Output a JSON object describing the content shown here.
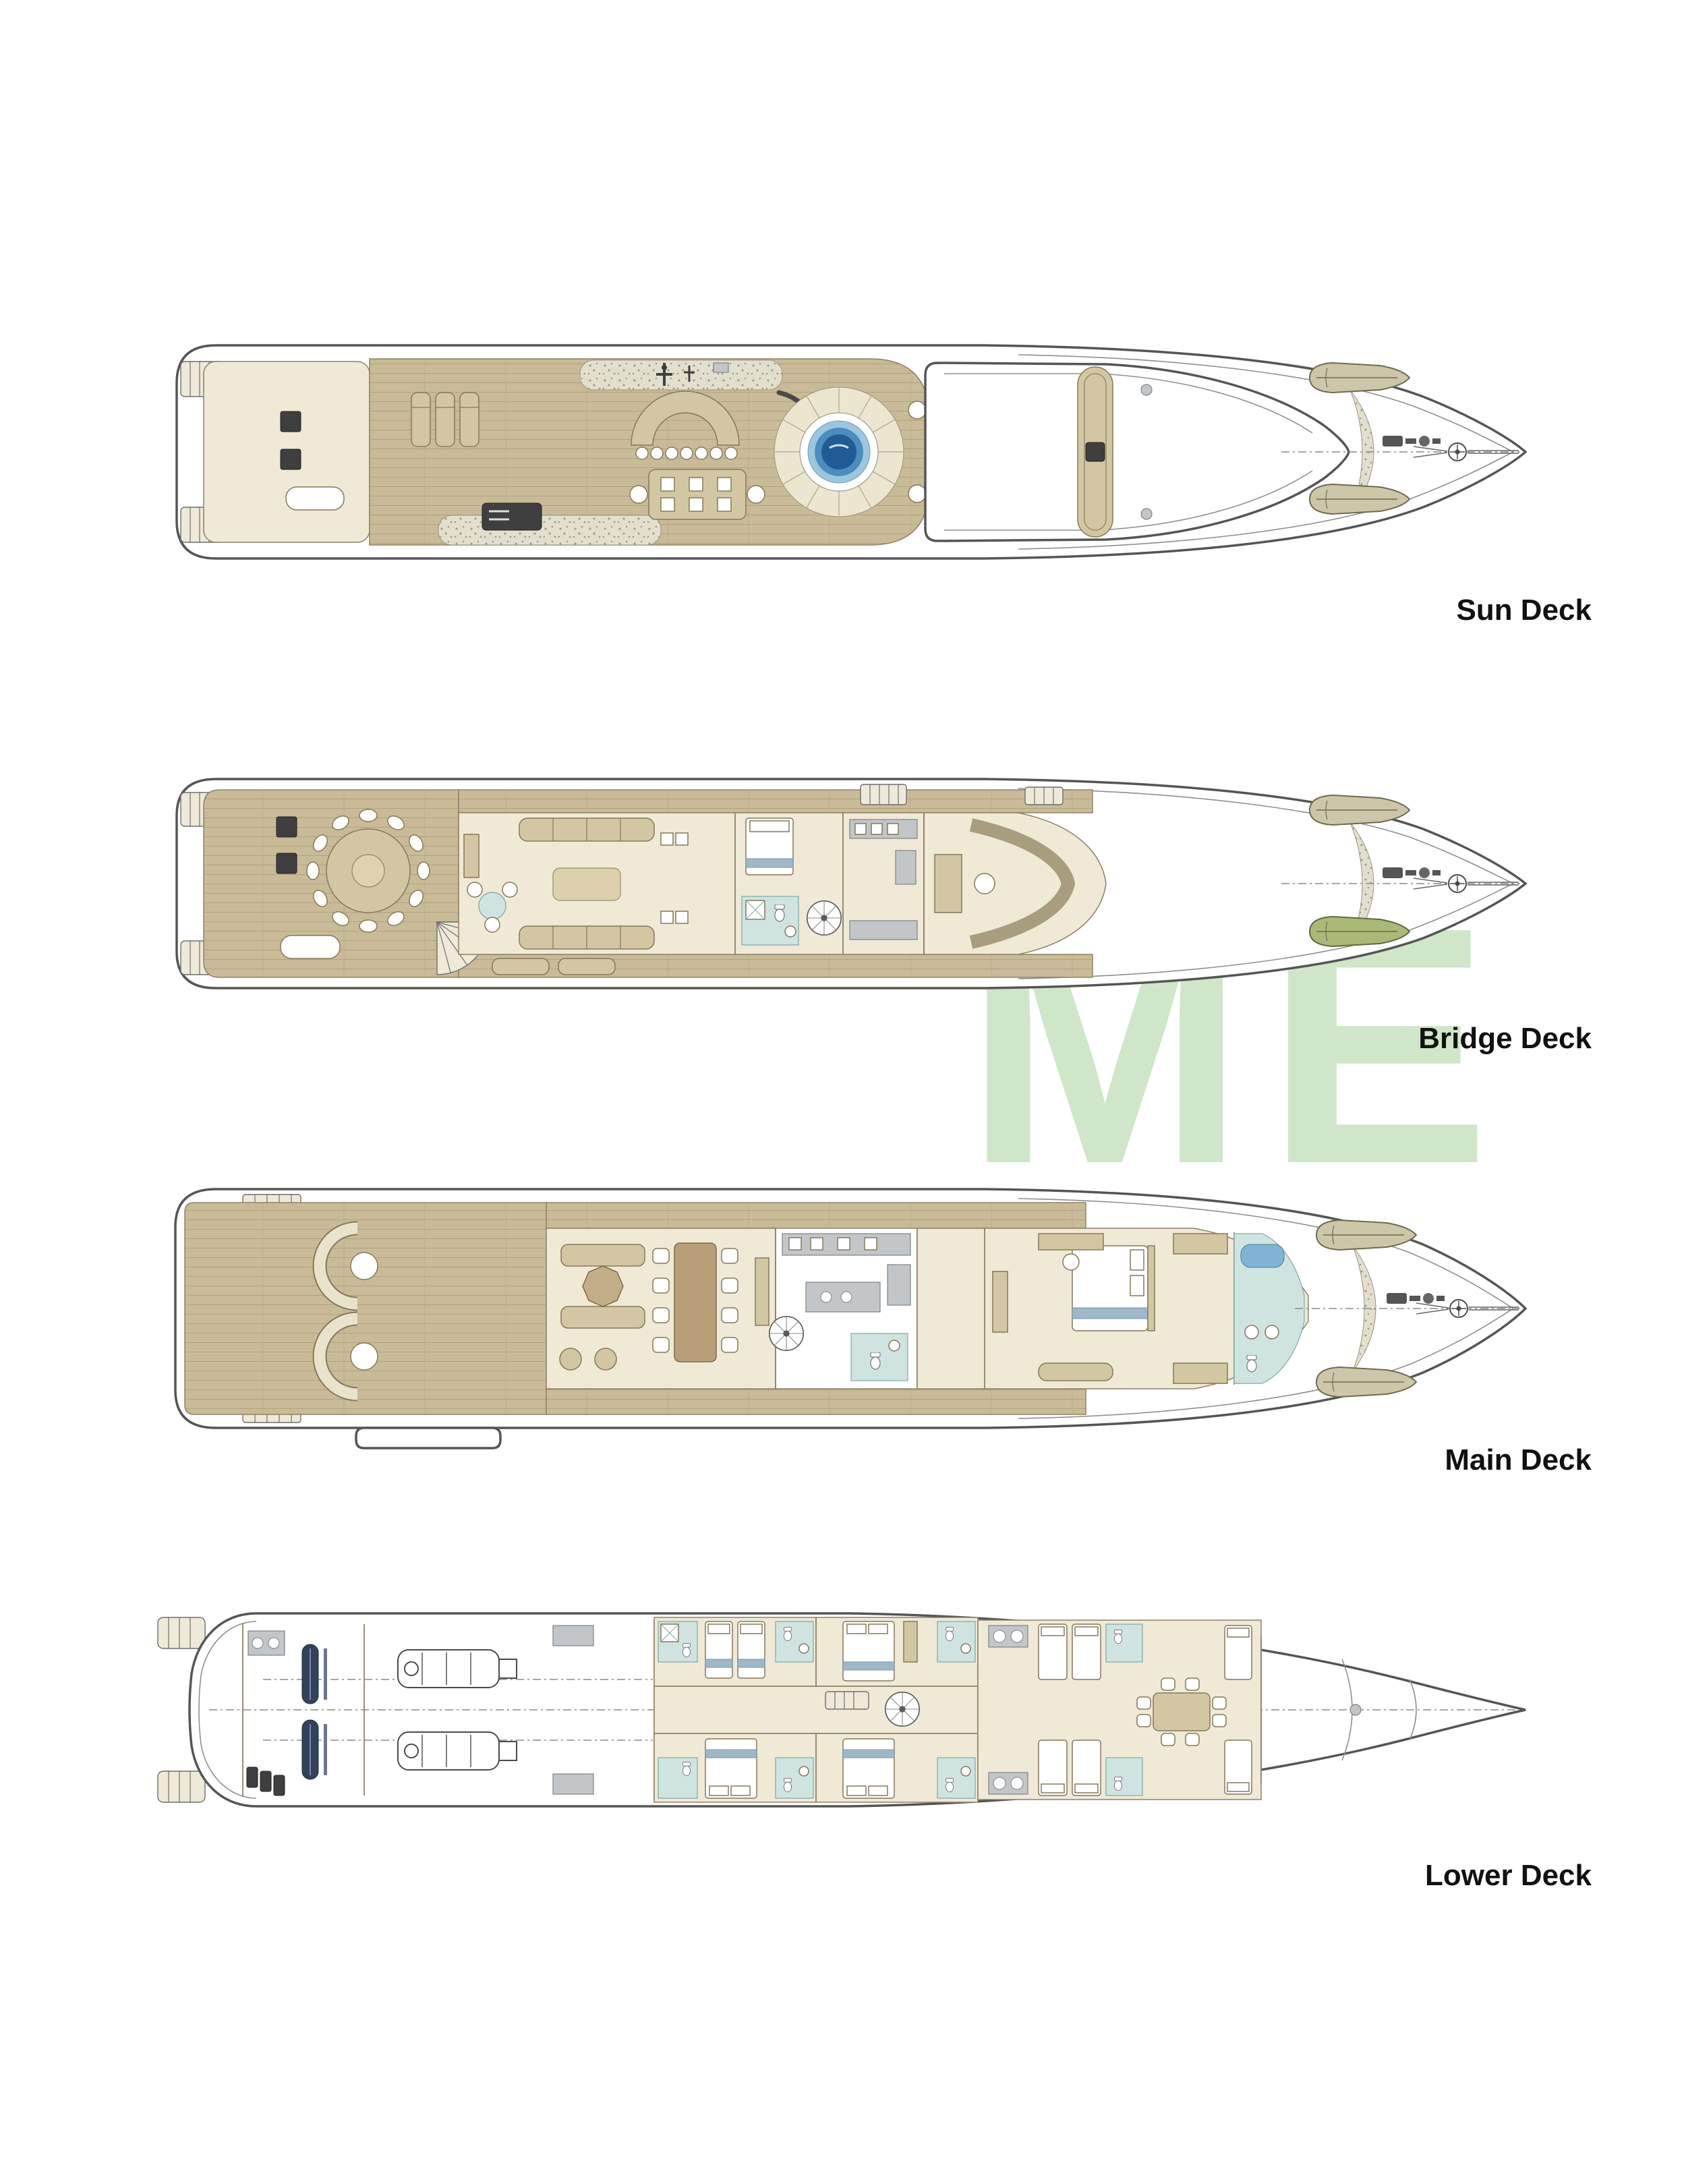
{
  "watermark": {
    "text": "ME",
    "color": "#cfe7c8"
  },
  "decks": [
    {
      "id": "sun-deck",
      "label": "Sun Deck"
    },
    {
      "id": "bridge-deck",
      "label": "Bridge Deck"
    },
    {
      "id": "main-deck",
      "label": "Main Deck"
    },
    {
      "id": "lower-deck",
      "label": "Lower Deck"
    }
  ],
  "colors": {
    "hull_outline": "#555555",
    "cream": "#efe9d6",
    "furniture": "#d3c6a2",
    "bath_blue": "#cfe4e1",
    "pool_blue": "#1f5c96",
    "label_text": "#111111",
    "watermark_color": "#cfe7c8"
  }
}
